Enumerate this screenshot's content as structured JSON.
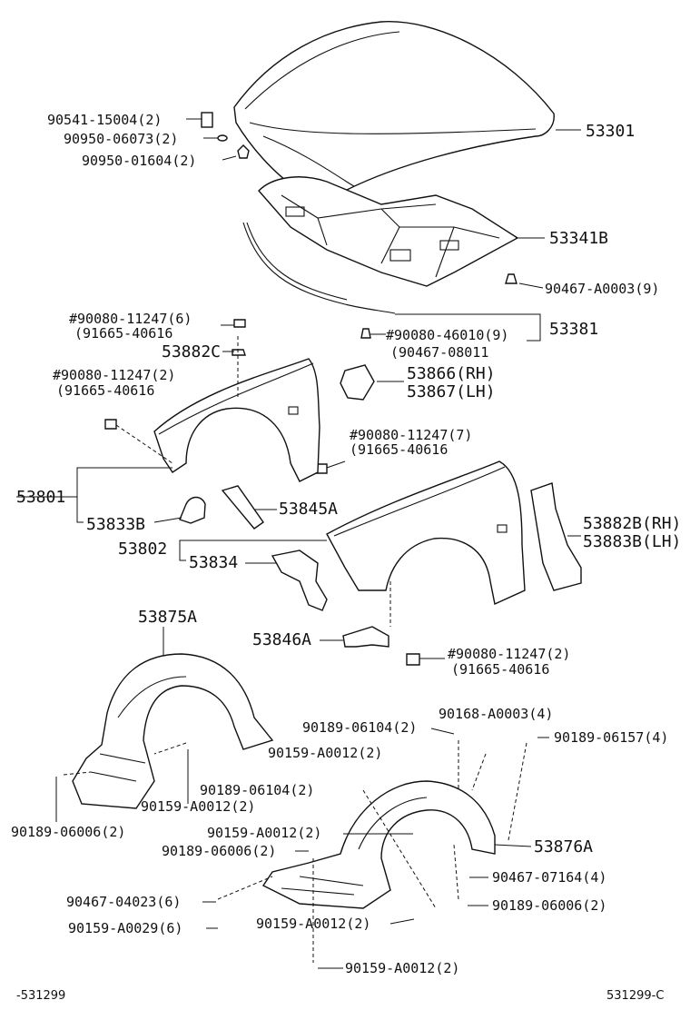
{
  "diagram": {
    "footer_left": "-531299",
    "footer_right": "531299-C",
    "labels": {
      "p53301": "53301",
      "p53341b": "53341B",
      "p53381": "53381",
      "p90541": "90541-15004(2)",
      "p90950a": "90950-06073(2)",
      "p90950b": "90950-01604(2)",
      "p90467a0003": "90467-A0003(9)",
      "p90080_46010": "#90080-46010(9)",
      "p90467_08011": "(90467-08011",
      "p90080_11247_6": "#90080-11247(6)",
      "p91665_a": "(91665-40616",
      "p53882c": "53882C",
      "p90080_11247_2a": "#90080-11247(2)",
      "p91665_b": "(91665-40616",
      "p53866": "53866(RH)",
      "p53867": "53867(LH)",
      "p90080_11247_7": "#90080-11247(7)",
      "p91665_c": "(91665-40616",
      "p53801": "53801",
      "p53845a": "53845A",
      "p53833b": "53833B",
      "p53882b": "53882B(RH)",
      "p53883b": "53883B(LH)",
      "p53802": "53802",
      "p53834": "53834",
      "p53875a": "53875A",
      "p53846a": "53846A",
      "p90080_11247_2b": "#90080-11247(2)",
      "p91665_d": "(91665-40616",
      "p90168": "90168-A0003(4)",
      "p90189_06104_2a": "90189-06104(2)",
      "p90189_06157": "90189-06157(4)",
      "p90159_a0012_2a": "90159-A0012(2)",
      "p90189_06104_2b": "90189-06104(2)",
      "p90159_a0012_2b": "90159-A0012(2)",
      "p90189_06006_2a": "90189-06006(2)",
      "p90159_a0012_2c": "90159-A0012(2)",
      "p53876a": "53876A",
      "p90189_06006_2b": "90189-06006(2)",
      "p90467_07164": "90467-07164(4)",
      "p90467_04023": "90467-04023(6)",
      "p90189_06006_2c": "90189-06006(2)",
      "p90159_a0029": "90159-A0029(6)",
      "p90159_a0012_2d": "90159-A0012(2)",
      "p90159_a0012_2e": "90159-A0012(2)"
    }
  }
}
